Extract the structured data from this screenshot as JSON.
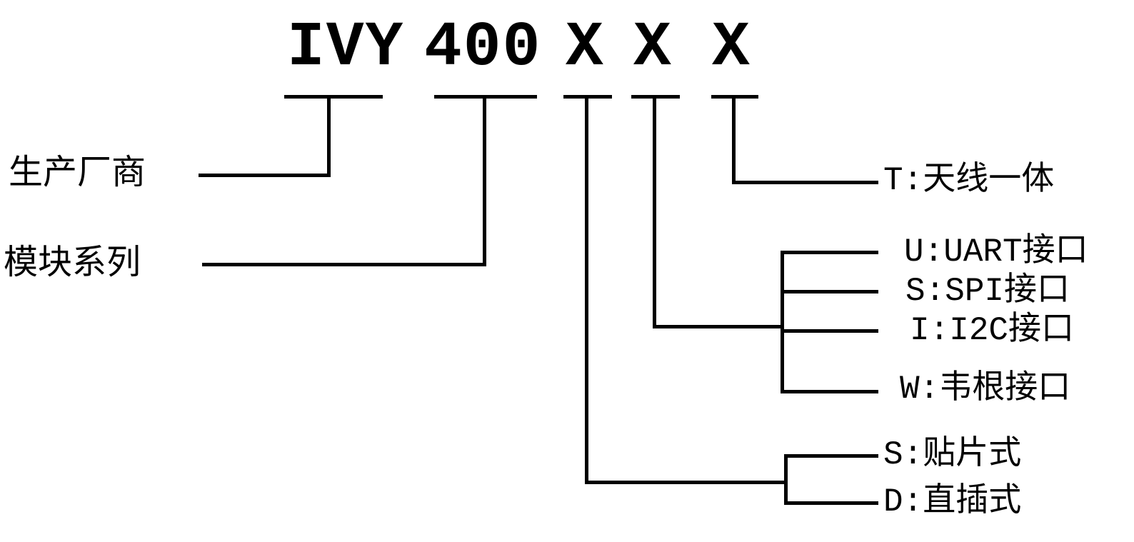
{
  "diagram": {
    "title_parts": {
      "manufacturer_code": "IVY",
      "series_code": "400",
      "x1": "X",
      "x2": "X",
      "x3": "X"
    },
    "labels": {
      "manufacturer": "生产厂商",
      "series": "模块系列",
      "antenna": "T:天线一体",
      "interface_uart": "U:UART接口",
      "interface_spi": "S:SPI接口",
      "interface_i2c": "I:I2C接口",
      "interface_wiegand": "W:韦根接口",
      "mount_smd": "S:贴片式",
      "mount_dip": "D:直插式"
    },
    "colors": {
      "line": "#000000",
      "text": "#000000",
      "background": "#ffffff"
    }
  }
}
